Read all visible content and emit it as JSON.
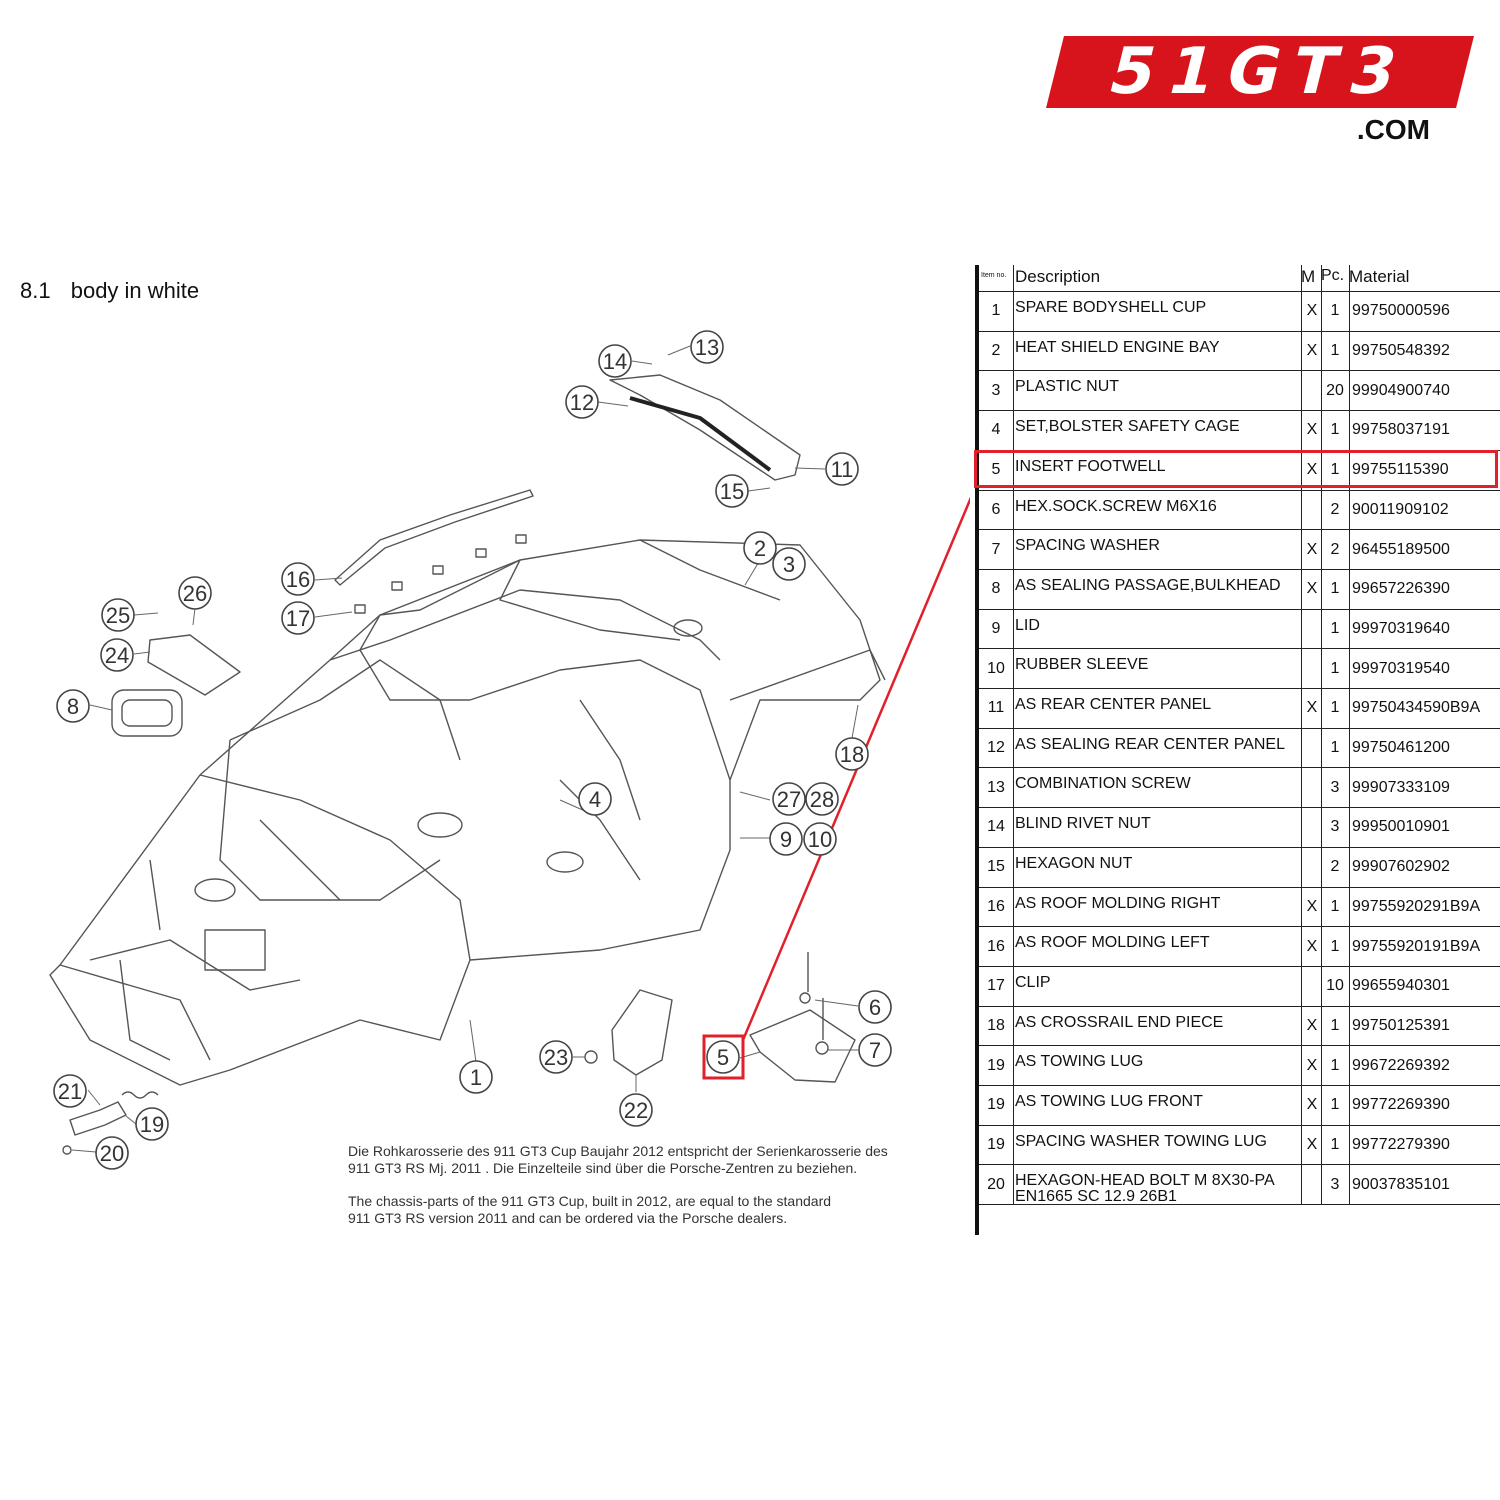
{
  "logo": {
    "text": "51GT3",
    "suffix": ".COM",
    "color": "#d7141c"
  },
  "section": {
    "number": "8.1",
    "title": "body in white"
  },
  "callouts": [
    "1",
    "2",
    "3",
    "4",
    "5",
    "6",
    "7",
    "8",
    "9",
    "10",
    "11",
    "12",
    "13",
    "14",
    "15",
    "16",
    "17",
    "18",
    "19",
    "20",
    "21",
    "22",
    "23",
    "24",
    "25",
    "26",
    "27",
    "28"
  ],
  "notes": {
    "german_line1": "Die Rohkarosserie des 911 GT3 Cup Baujahr 2012 entspricht der Serienkarosserie des",
    "german_line2": "911 GT3 RS Mj. 2011 . Die Einzelteile sind über die Porsche-Zentren zu beziehen.",
    "english_line1": "The chassis-parts of the 911 GT3 Cup, built in 2012, are equal to the standard",
    "english_line2": "911 GT3 RS version 2011 and can be ordered via the Porsche dealers."
  },
  "table": {
    "headers": {
      "item": "Item no.",
      "description": "Description",
      "m": "M",
      "pc": "Pc.",
      "material": "Material"
    },
    "highlight_color": "#e0202a",
    "highlighted_item": "5",
    "rows": [
      {
        "item": "1",
        "description": "SPARE BODYSHELL CUP",
        "m": "X",
        "pc": "1",
        "material": "99750000596"
      },
      {
        "item": "2",
        "description": "HEAT SHIELD ENGINE BAY",
        "m": "X",
        "pc": "1",
        "material": "99750548392"
      },
      {
        "item": "3",
        "description": "PLASTIC NUT",
        "m": "",
        "pc": "20",
        "material": "99904900740"
      },
      {
        "item": "4",
        "description": "SET,BOLSTER SAFETY CAGE",
        "m": "X",
        "pc": "1",
        "material": "99758037191"
      },
      {
        "item": "5",
        "description": "INSERT FOOTWELL",
        "m": "X",
        "pc": "1",
        "material": "99755115390"
      },
      {
        "item": "6",
        "description": "HEX.SOCK.SCREW M6X16",
        "m": "",
        "pc": "2",
        "material": "90011909102"
      },
      {
        "item": "7",
        "description": "SPACING WASHER",
        "m": "X",
        "pc": "2",
        "material": "96455189500"
      },
      {
        "item": "8",
        "description": "AS SEALING PASSAGE,BULKHEAD",
        "m": "X",
        "pc": "1",
        "material": "99657226390"
      },
      {
        "item": "9",
        "description": "LID",
        "m": "",
        "pc": "1",
        "material": "99970319640"
      },
      {
        "item": "10",
        "description": "RUBBER SLEEVE",
        "m": "",
        "pc": "1",
        "material": "99970319540"
      },
      {
        "item": "11",
        "description": "AS REAR CENTER PANEL",
        "m": "X",
        "pc": "1",
        "material": "99750434590B9A"
      },
      {
        "item": "12",
        "description": "AS SEALING REAR CENTER PANEL",
        "m": "",
        "pc": "1",
        "material": "99750461200"
      },
      {
        "item": "13",
        "description": "COMBINATION SCREW",
        "m": "",
        "pc": "3",
        "material": "99907333109"
      },
      {
        "item": "14",
        "description": "BLIND RIVET NUT",
        "m": "",
        "pc": "3",
        "material": "99950010901"
      },
      {
        "item": "15",
        "description": "HEXAGON NUT",
        "m": "",
        "pc": "2",
        "material": "99907602902"
      },
      {
        "item": "16",
        "description": "AS ROOF MOLDING RIGHT",
        "m": "X",
        "pc": "1",
        "material": "99755920291B9A"
      },
      {
        "item": "16",
        "description": "AS ROOF MOLDING LEFT",
        "m": "X",
        "pc": "1",
        "material": "99755920191B9A"
      },
      {
        "item": "17",
        "description": "CLIP",
        "m": "",
        "pc": "10",
        "material": "99655940301"
      },
      {
        "item": "18",
        "description": "AS CROSSRAIL END PIECE",
        "m": "X",
        "pc": "1",
        "material": "99750125391"
      },
      {
        "item": "19",
        "description": "AS TOWING LUG",
        "m": "X",
        "pc": "1",
        "material": "99672269392"
      },
      {
        "item": "19",
        "description": "AS TOWING LUG FRONT",
        "m": "X",
        "pc": "1",
        "material": "99772269390"
      },
      {
        "item": "19",
        "description": "SPACING WASHER TOWING LUG",
        "m": "X",
        "pc": "1",
        "material": "99772279390"
      },
      {
        "item": "20",
        "description": "HEXAGON-HEAD BOLT M 8X30-PA EN1665 SC 12.9 26B1",
        "m": "",
        "pc": "3",
        "material": "90037835101"
      }
    ]
  }
}
